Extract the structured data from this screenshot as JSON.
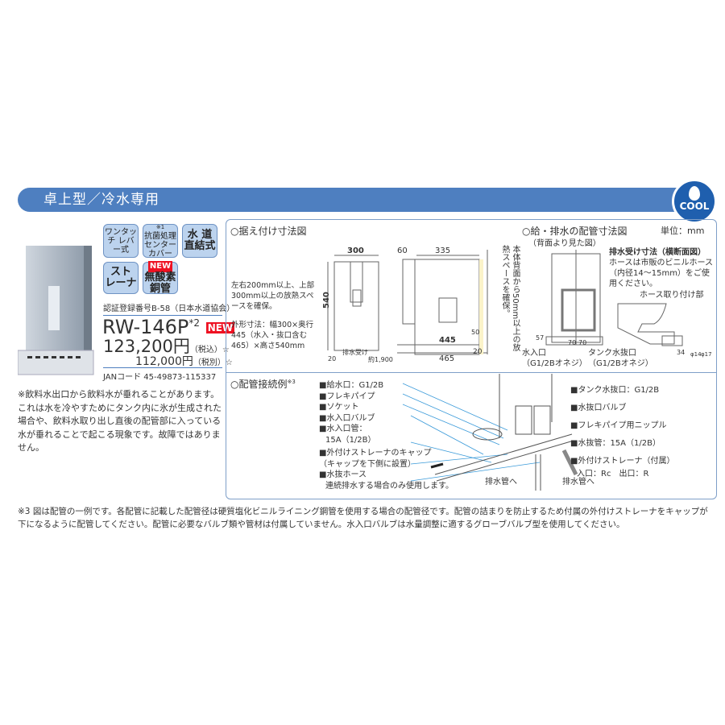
{
  "header": {
    "title": "卓上型／冷水専用",
    "cool_label": "COOL"
  },
  "features": [
    {
      "label": "ワンタッチ レバー式"
    },
    {
      "note": "※1",
      "label": "抗菌処理 センター カバー"
    },
    {
      "label": "水 道 直結式"
    },
    {
      "label": "スト レーナ"
    },
    {
      "badge": "NEW",
      "label": "無酸素 銅管"
    }
  ],
  "product": {
    "certification": "認証登録番号B-58（日本水道協会）",
    "model": "RW-146P",
    "model_note": "*2",
    "new_badge": "NEW",
    "price_incl": "123,200円",
    "price_incl_label": "（税込）☆",
    "price_excl": "112,000円",
    "price_excl_label": "（税別）☆",
    "jan": "JANコード 45-49873-115337"
  },
  "note": "※飲料水出口から飲料水が垂れることがあります。これは水を冷やすためにタンク内に氷が生成された場合や、飲料水取り出し直後の配管部に入っている水が垂れることで起こる現象です。故障ではありません。",
  "install": {
    "title": "○据え付け寸法図",
    "space_note": "左右200mm以上、上部300mm以上の放熱スペースを確保。",
    "size_note": "外形寸法：幅300×奥行445（水入・抜口含む465）×高さ540mm",
    "back_note": "本体背面から50mm以上の放熱スペースを確保。",
    "dims": {
      "w": "300",
      "h": "540",
      "d1": "335",
      "d2": "60",
      "d3": "445",
      "d4": "465",
      "d5": "20",
      "d6": "20",
      "d7": "50",
      "drain": "約1,900",
      "drain_label": "排水受け"
    }
  },
  "piping_dims": {
    "title": "○給・排水の配管寸法図",
    "unit": "単位：mm",
    "subtitle": "（背面より見た図）",
    "inlet": "水入口",
    "inlet_spec": "（G1/2Bオネジ）",
    "tank_drain": "タンク水抜口",
    "tank_drain_spec": "（G1/2Bオネジ）",
    "d70a": "70",
    "d70b": "70",
    "d57": "57",
    "drain_title": "排水受け寸法（横断面図）",
    "drain_note": "ホースは市販のビニルホース（内径14〜15mm）をご使用ください。",
    "hose_label": "ホース取り付け部",
    "d34": "34",
    "d14": "φ14",
    "d17": "φ17"
  },
  "piping_example": {
    "title": "○配管接続例",
    "title_note": "※3",
    "left_labels": [
      "■給水口：G1/2B",
      "■フレキパイプ",
      "■ソケット",
      "■水入口バルブ",
      "■水入口管：",
      "15A（1/2B）",
      "■外付けストレーナのキャップ",
      "（キャップを下側に設置）",
      "■水抜ホース",
      "連続排水する場合のみ使用します。"
    ],
    "right_labels": [
      "■タンク水抜口：G1/2B",
      "■水抜口バルブ",
      "■フレキパイプ用ニップル",
      "■水抜管：15A（1/2B）",
      "■外付けストレーナ（付属）",
      "入口：Rc　出口：R"
    ],
    "drain1": "排水管へ",
    "drain2": "排水管へ"
  },
  "footnote": "※3 図は配管の一例です。各配管に記載した配管径は硬質塩化ビニルライニング鋼管を使用する場合の配管径です。配管の詰まりを防止するため付属の外付けストレーナをキャップが下になるように配管してください。配管に必要なバルブ類や管材は付属していません。水入口バルブは水量調整に適するグローブバルブ型を使用してください。",
  "colors": {
    "header": "#4e7fc0",
    "cool": "#1f5fae",
    "badge": "#bcd3ee",
    "new": "#e01122",
    "leader": "#3a9ad9"
  }
}
